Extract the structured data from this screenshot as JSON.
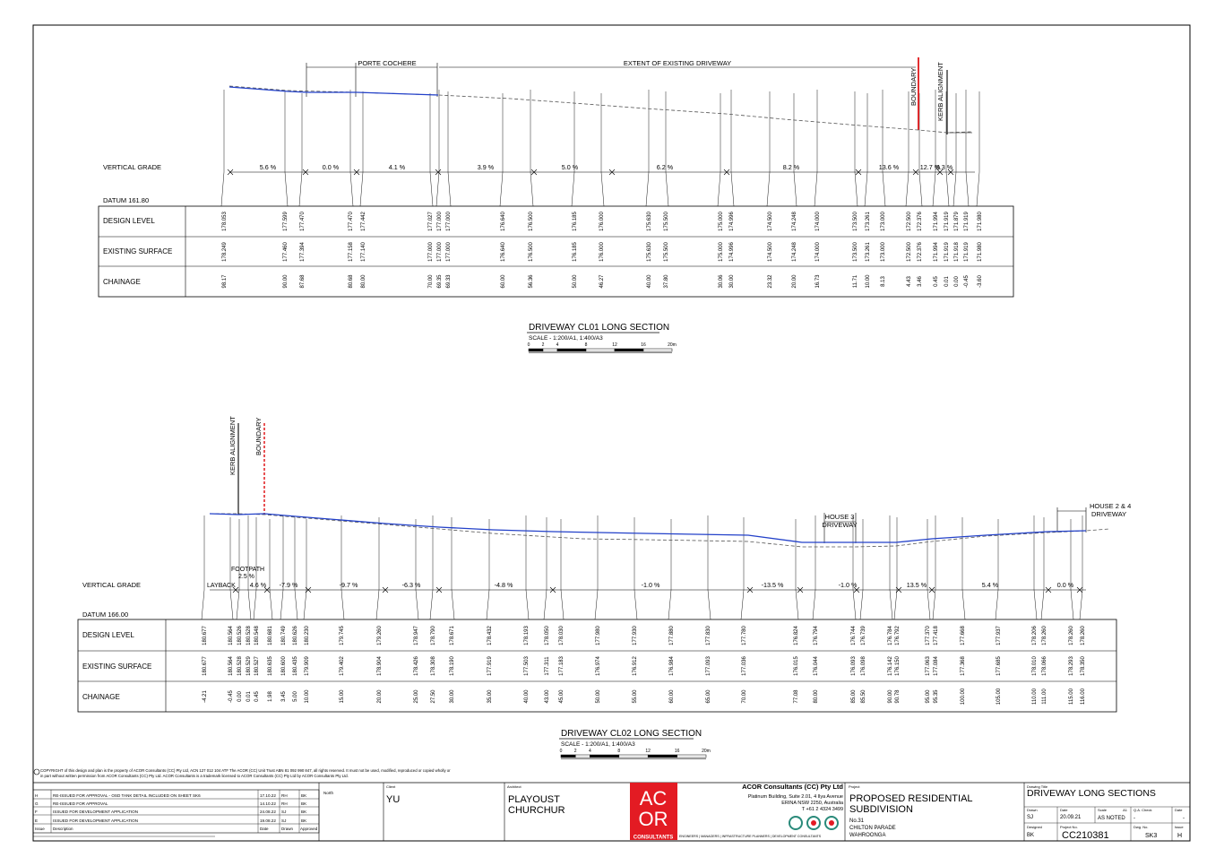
{
  "section1": {
    "title": "DRIVEWAY CL01 LONG SECTION",
    "scale": "SCALE - 1:200/A1, 1:400/A3",
    "scale_ticks": [
      "0",
      "2",
      "4",
      "8",
      "12",
      "16",
      "20m"
    ],
    "datum": "DATUM 161.80",
    "vg_label": "VERTICAL GRADE",
    "row_labels": [
      "DESIGN LEVEL",
      "EXISTING SURFACE",
      "CHAINAGE"
    ],
    "top_labels": {
      "porte": "PORTE COCHERE",
      "extent": "EXTENT OF EXISTING DRIVEWAY",
      "boundary": "BOUNDARY",
      "kerb": "KERB ALIGNMENT"
    },
    "grades": [
      "5.6 %",
      "0.0 %",
      "4.1 %",
      "3.9 %",
      "5.0 %",
      "6.2 %",
      "8.2 %",
      "13.6 %",
      "12.7 %",
      "8.3 %"
    ],
    "columns": [
      [
        "178.053",
        "178.249",
        "98.17"
      ],
      [
        "177.599",
        "177.460",
        "90.00"
      ],
      [
        "177.470",
        "177.394",
        "87.68"
      ],
      [
        "177.470",
        "177.158",
        "80.68"
      ],
      [
        "177.442",
        "177.140",
        "80.00"
      ],
      [
        "177.027",
        "177.000",
        "70.00"
      ],
      [
        "177.000",
        "177.000",
        "69.35"
      ],
      [
        "177.000",
        "177.000",
        "69.33"
      ],
      [
        "176.640",
        "176.640",
        "60.00"
      ],
      [
        "176.500",
        "176.500",
        "56.36"
      ],
      [
        "176.185",
        "176.185",
        "50.00"
      ],
      [
        "176.000",
        "176.000",
        "46.27"
      ],
      [
        "175.630",
        "175.630",
        "40.00"
      ],
      [
        "175.500",
        "175.500",
        "37.80"
      ],
      [
        "175.000",
        "175.000",
        "30.06"
      ],
      [
        "174.996",
        "174.996",
        "30.00"
      ],
      [
        "174.500",
        "174.500",
        "23.32"
      ],
      [
        "174.248",
        "174.248",
        "20.00"
      ],
      [
        "174.000",
        "174.000",
        "16.73"
      ],
      [
        "173.500",
        "173.500",
        "11.71"
      ],
      [
        "173.261",
        "173.261",
        "10.00"
      ],
      [
        "173.000",
        "173.000",
        "8.13"
      ],
      [
        "172.500",
        "172.500",
        "4.43"
      ],
      [
        "172.376",
        "172.376",
        "3.46"
      ],
      [
        "171.994",
        "171.994",
        "0.45"
      ],
      [
        "171.919",
        "171.919",
        "0.01"
      ],
      [
        "171.879",
        "171.918",
        "0.00"
      ],
      [
        "171.919",
        "171.919",
        "-0.45"
      ],
      [
        "171.980",
        "171.980",
        "-3.60"
      ]
    ]
  },
  "section2": {
    "title": "DRIVEWAY CL02 LONG SECTION",
    "scale": "SCALE - 1:200/A1, 1:400/A3",
    "scale_ticks": [
      "0",
      "2",
      "4",
      "8",
      "12",
      "16",
      "20m"
    ],
    "datum": "DATUM 166.00",
    "vg_label": "VERTICAL GRADE",
    "row_labels": [
      "DESIGN LEVEL",
      "EXISTING SURFACE",
      "CHAINAGE"
    ],
    "top_labels": {
      "kerb": "KERB ALIGNMENT",
      "boundary": "BOUNDARY",
      "house3_l1": "HOUSE 3",
      "house3_l2": "DRIVEWAY",
      "house24_l1": "HOUSE 2 & 4",
      "house24_l2": "DRIVEWAY",
      "footpath": "FOOTPATH",
      "footpath_grade": "2.5 %",
      "layback": "LAYBACK"
    },
    "grades": [
      "4.6 %",
      "-7.9 %",
      "-9.7 %",
      "-6.3 %",
      "-4.8 %",
      "-1.0 %",
      "-13.5 %",
      "-1.0 %",
      "13.5 %",
      "5.4 %",
      "0.0 %"
    ],
    "columns": [
      [
        "180.677",
        "180.677",
        "-4.21"
      ],
      [
        "180.564",
        "180.564",
        "-0.45"
      ],
      [
        "180.526",
        "180.528",
        "0.00"
      ],
      [
        "180.528",
        "180.529",
        "0.01"
      ],
      [
        "180.548",
        "180.527",
        "0.45"
      ],
      [
        "180.681",
        "180.635",
        "1.98"
      ],
      [
        "180.749",
        "180.600",
        "3.45"
      ],
      [
        "180.626",
        "180.435",
        "5.00"
      ],
      [
        "180.230",
        "179.909",
        "10.00"
      ],
      [
        "179.745",
        "179.402",
        "15.00"
      ],
      [
        "179.260",
        "178.904",
        "20.00"
      ],
      [
        "178.947",
        "178.426",
        "25.00"
      ],
      [
        "178.790",
        "178.308",
        "27.50"
      ],
      [
        "178.671",
        "178.190",
        "30.00"
      ],
      [
        "178.432",
        "177.919",
        "35.00"
      ],
      [
        "178.193",
        "177.503",
        "40.00"
      ],
      [
        "178.050",
        "177.311",
        "43.00"
      ],
      [
        "178.030",
        "177.183",
        "45.00"
      ],
      [
        "177.980",
        "176.974",
        "50.00"
      ],
      [
        "177.930",
        "176.912",
        "55.00"
      ],
      [
        "177.880",
        "176.984",
        "60.00"
      ],
      [
        "177.830",
        "177.093",
        "65.00"
      ],
      [
        "177.780",
        "177.036",
        "70.00"
      ],
      [
        "176.824",
        "176.015",
        "77.08"
      ],
      [
        "176.794",
        "176.044",
        "80.00"
      ],
      [
        "176.744",
        "176.093",
        "85.00"
      ],
      [
        "176.739",
        "176.098",
        "85.50"
      ],
      [
        "176.784",
        "176.142",
        "90.00"
      ],
      [
        "176.792",
        "176.150",
        "90.78"
      ],
      [
        "177.370",
        "177.063",
        "95.00"
      ],
      [
        "177.418",
        "177.084",
        "95.35"
      ],
      [
        "177.668",
        "177.368",
        "100.00"
      ],
      [
        "177.937",
        "177.685",
        "105.00"
      ],
      [
        "178.206",
        "178.010",
        "110.00"
      ],
      [
        "178.260",
        "178.066",
        "111.00"
      ],
      [
        "178.260",
        "178.293",
        "115.00"
      ],
      [
        "178.260",
        "178.350",
        "116.00"
      ]
    ]
  },
  "copyright": "COPYRIGHT of this design and plan is the property of ACOR Consultants (CC) Pty Ltd, ACN 127 012 104 ATF The ACOR (CC) Unit Trust ABN 81 092 990 847, all rights reserved. It must not be used, modified, reproduced or copied wholly or in part without written permission from ACOR Consultants (CC) Pty Ltd. ACOR Consultants is a trademark licensed to ACOR Consultants (CC) Pty Ltd by ACOR Consultants Pty Ltd.",
  "revisions": [
    {
      "issue": "H",
      "desc": "RE-ISSUED FOR APPROVAL - OSD TANK DETAIL INCLUDED ON SHEET SK6",
      "date": "17.10.22",
      "drawn": "RH",
      "approved": "BK"
    },
    {
      "issue": "G",
      "desc": "RE-ISSUED FOR APPROVAL",
      "date": "14.10.22",
      "drawn": "RH",
      "approved": "BK"
    },
    {
      "issue": "F",
      "desc": "ISSUED FOR DEVELOPMENT APPLICATION",
      "date": "24.08.22",
      "drawn": "SJ",
      "approved": "BK"
    },
    {
      "issue": "E",
      "desc": "ISSUED FOR DEVELOPMENT APPLICATION",
      "date": "19.08.22",
      "drawn": "SJ",
      "approved": "BK"
    }
  ],
  "rev_headers": {
    "issue": "Issue",
    "desc": "Description",
    "date": "Date",
    "drawn": "Drawn",
    "approved": "Approved"
  },
  "north_label": "North",
  "client": {
    "label": "Client",
    "value": "YU"
  },
  "architect": {
    "label": "Architect",
    "line1": "PLAYOUST",
    "line2": "CHURCHUR"
  },
  "logo": {
    "line1": "AC",
    "line2": "OR",
    "word": "CONSULTANTS",
    "tagline": "ENGINEERS | MANAGERS | INFRASTRUCTURE PLANNERS | DEVELOPMENT CONSULTANTS"
  },
  "company": {
    "name": "ACOR Consultants (CC) Pty Ltd",
    "addr1": "Platinum Building, Suite 2.01, 4 Ilya Avenue",
    "addr2": "ERINA NSW 2250, Australia",
    "phone": "T +61 2 4324 3499"
  },
  "project": {
    "label": "Project",
    "line1": "PROPOSED RESIDENTIAL",
    "line2": "SUBDIVISION",
    "addr1": "No.31",
    "addr2": "CHILTON PARADE",
    "addr3": "WAHROONGA"
  },
  "drawing": {
    "title_label": "Drawing Title",
    "title": "DRIVEWAY LONG SECTIONS",
    "drawn_label": "Drawn",
    "drawn": "SJ",
    "date_label": "Date",
    "date": "20.09.21",
    "scale_label": "Scale",
    "scale_size": "A1",
    "scale": "AS NOTED",
    "qa_label": "Q.A. Check",
    "qa": "-",
    "qa_date_label": "Date",
    "qa_date": "-",
    "designed_label": "Designed",
    "designed": "BK",
    "project_no_label": "Project No.",
    "project_no": "CC210381",
    "dwg_no_label": "Dwg. No.",
    "dwg_no": "SK3",
    "issue_label": "Issue",
    "issue": "H"
  }
}
